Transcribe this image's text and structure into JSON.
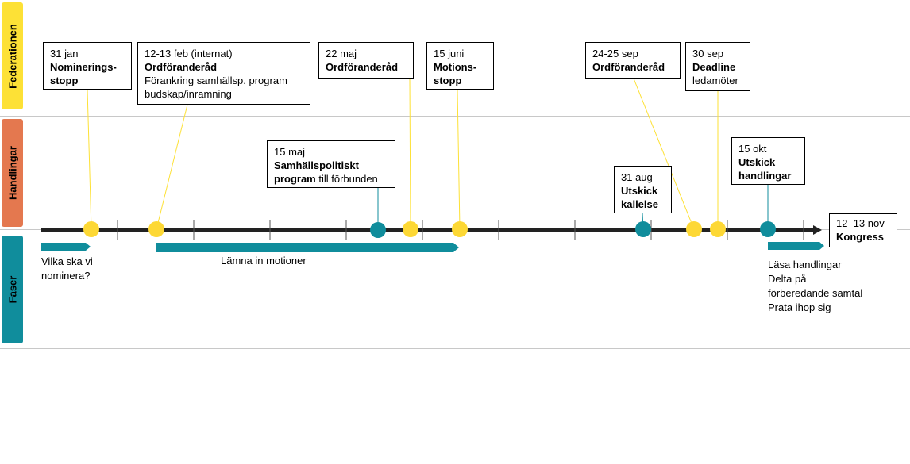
{
  "lanes": {
    "federationen": {
      "label": "Federationen",
      "color": "#fde136"
    },
    "handlingar": {
      "label": "Handlingar",
      "color": "#e4784f"
    },
    "faser": {
      "label": "Faser",
      "color": "#108d9c"
    }
  },
  "colors": {
    "yellow": "#fdd835",
    "teal": "#108d9c",
    "axis": "#222222"
  },
  "events": [
    {
      "date": "31 jan",
      "title": "Nominerings-",
      "title2": "stopp"
    },
    {
      "date": "12-13 feb (internat)",
      "title": "Ordföranderåd",
      "line2": "Förankring samhällsp. program",
      "line3": "budskap/inramning"
    },
    {
      "date": "22 maj",
      "title": "Ordföranderåd"
    },
    {
      "date": "15 juni",
      "title": "Motions-",
      "title2": "stopp"
    },
    {
      "date": "24-25 sep",
      "title": "Ordföranderåd"
    },
    {
      "date": "30 sep",
      "title": "Deadline",
      "line2": "ledamöter"
    },
    {
      "date": "15 maj",
      "title": "Samhällspolitiskt",
      "title_b": "program",
      "title_rest": " till förbunden"
    },
    {
      "date": "31 aug",
      "title": "Utskick",
      "title2": "kallelse"
    },
    {
      "date": "15 okt",
      "title": "Utskick",
      "title2": "handlingar"
    },
    {
      "date": "12–13 nov",
      "title": "Kongress"
    }
  ],
  "phases": {
    "nominera": {
      "line1": "Vilka ska vi",
      "line2": "nominera?"
    },
    "motioner": "Lämna in motioner",
    "handlingar": {
      "line1": "Läsa handlingar",
      "line2": "Delta på",
      "line3": "förberedande samtal",
      "line4": "Prata ihop sig"
    }
  }
}
